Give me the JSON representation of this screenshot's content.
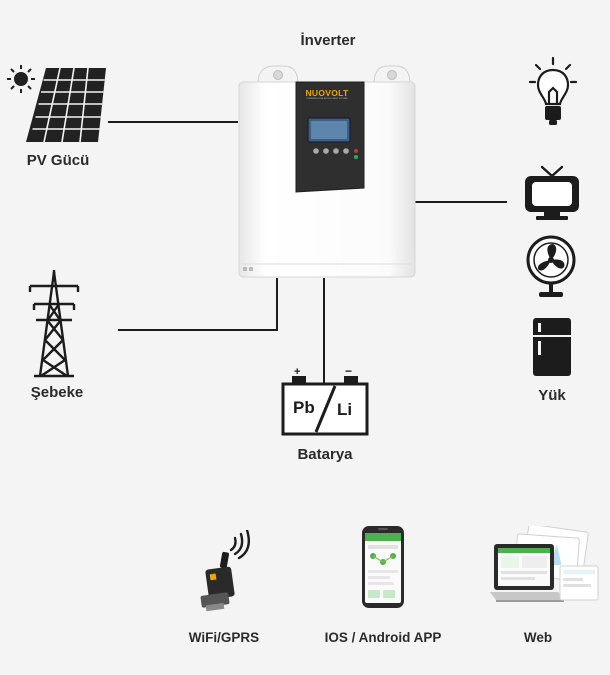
{
  "diagram": {
    "inverter": {
      "label": "İnverter",
      "brand": "NUOVOLT",
      "brand_tagline": "POWERING THE INTELLIGENT FUTURE"
    },
    "pv": {
      "label": "PV Gücü"
    },
    "grid": {
      "label": "Şebeke"
    },
    "battery": {
      "label": "Batarya",
      "plus": "+",
      "minus": "−",
      "left_text": "Pb",
      "right_text": "Li"
    },
    "load": {
      "label": "Yük"
    },
    "monitoring": [
      {
        "label": "WiFi/GPRS"
      },
      {
        "label": "IOS / Android APP"
      },
      {
        "label": "Web"
      }
    ]
  }
}
